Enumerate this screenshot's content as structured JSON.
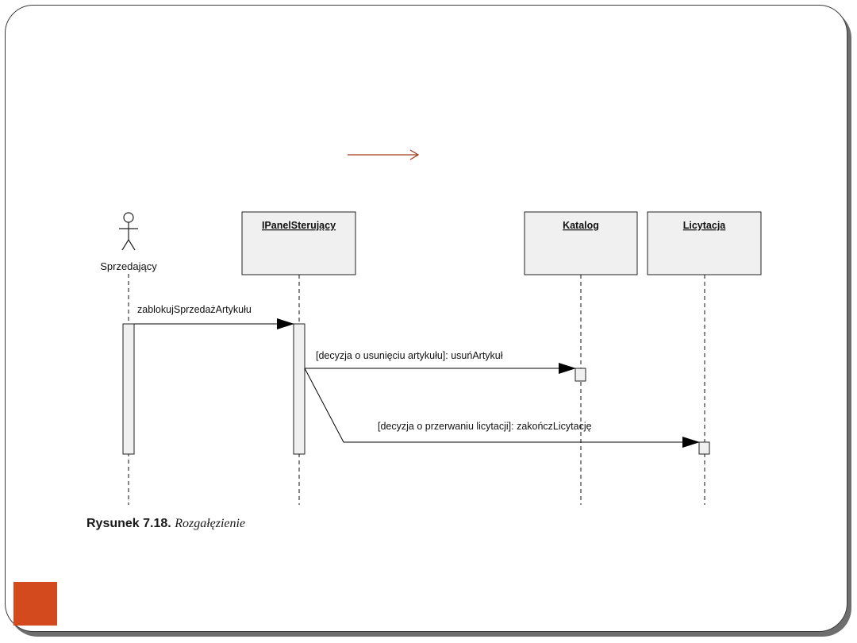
{
  "colors": {
    "accent": "#d24a1d",
    "arrow_decor": "#a23a1a",
    "box_fill": "#f0f0f0",
    "line": "#000000"
  },
  "diagram": {
    "actor": {
      "label": "Sprzedający",
      "icon": "stick-figure-icon"
    },
    "objects": [
      {
        "id": "panel",
        "label": "IPanelSterujący"
      },
      {
        "id": "katalog",
        "label": "Katalog"
      },
      {
        "id": "licytacja",
        "label": "Licytacja"
      }
    ],
    "messages": [
      {
        "from": "actor",
        "to": "panel",
        "label": "zablokujSprzedażArtykułu"
      },
      {
        "from": "panel",
        "to": "katalog",
        "label": "[decyzja o usunięciu artykułu]: usuńArtykuł"
      },
      {
        "from": "panel",
        "to": "licytacja",
        "label": "[decyzja o przerwaniu licytacji]: zakończLicytację"
      }
    ]
  },
  "caption": {
    "number": "Rysunek 7.18.",
    "title": "Rozgałęzienie"
  }
}
